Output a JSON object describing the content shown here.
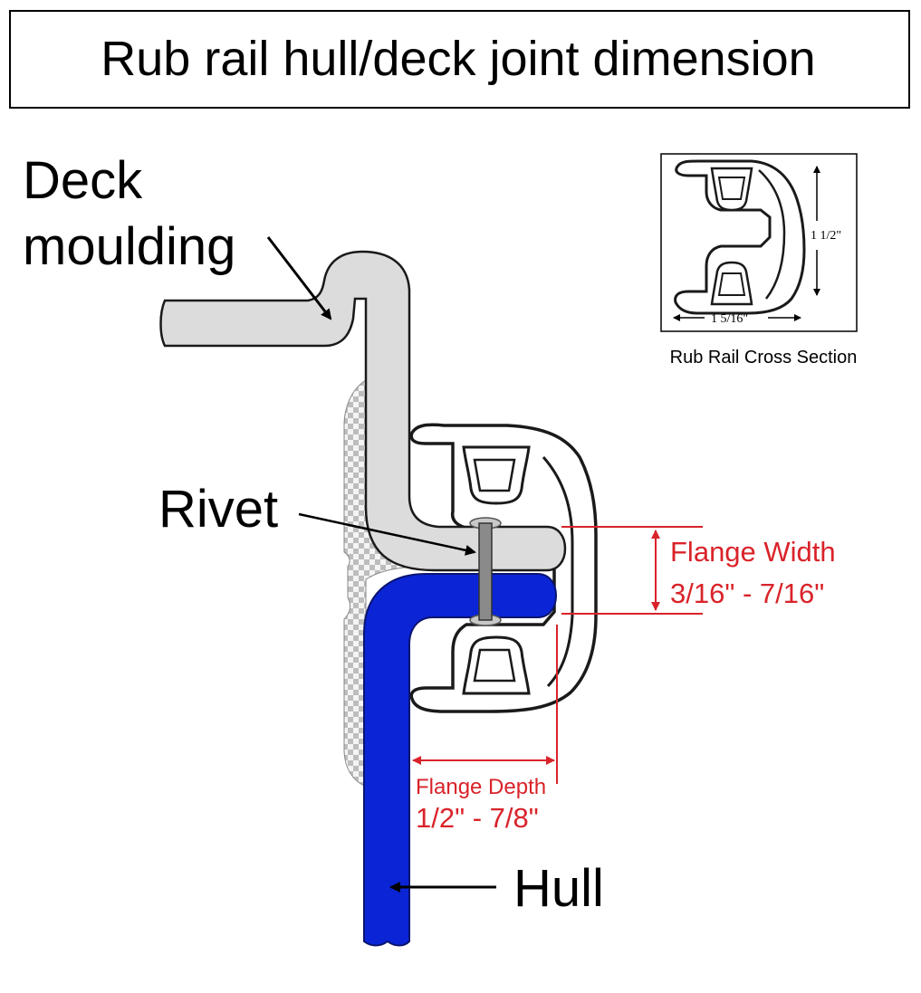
{
  "title": "Rub rail hull/deck joint dimension",
  "labels": {
    "deck_line1": "Deck",
    "deck_line2": "moulding",
    "rivet": "Rivet",
    "hull": "Hull"
  },
  "inset": {
    "caption": "Rub Rail Cross Section",
    "height_dim": "1  1/2\"",
    "width_dim": "1  5/16\""
  },
  "dimensions": {
    "flange_width_label": "Flange Width",
    "flange_width_value": "3/16\" - 7/16\"",
    "flange_depth_label": "Flange Depth",
    "flange_depth_value": "1/2\" - 7/8\""
  },
  "colors": {
    "hull": "#0a24d6",
    "deck": "#dcdcdc",
    "dimension": "#d9232a",
    "outline": "#1a1a1a"
  }
}
